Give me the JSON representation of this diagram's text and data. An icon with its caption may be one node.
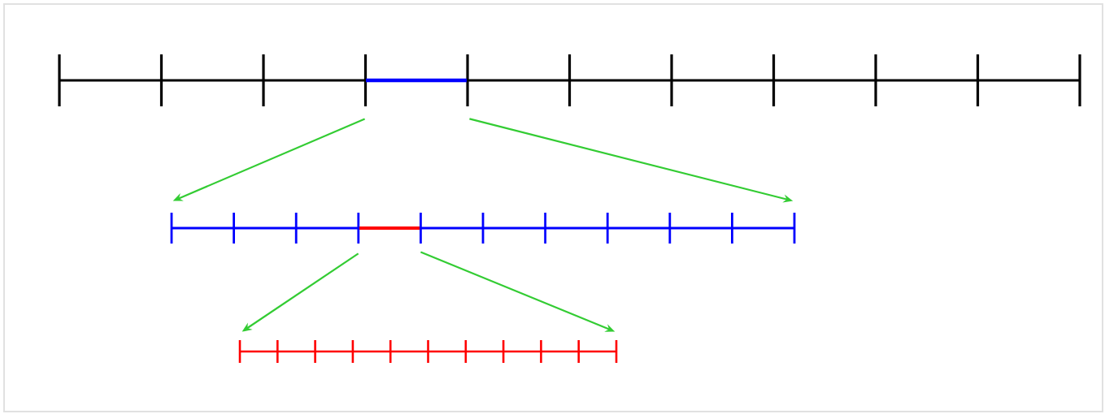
{
  "diagram": {
    "nodes": [
      {
        "text": [],
        "shape": "ruler"
      },
      {
        "text": [],
        "shape": "bar",
        "in": 0
      },
      {
        "text": [],
        "shape": "ruler"
      },
      {
        "text": [],
        "shape": "bar",
        "in": 2
      },
      {
        "text": [],
        "shape": "ruler"
      }
    ],
    "edges": [
      {
        "from": 1,
        "to": 2,
        "arrow": "to"
      },
      {
        "from": 1,
        "to": 2,
        "arrow": "to"
      },
      {
        "from": 3,
        "to": 4,
        "arrow": "to"
      },
      {
        "from": 3,
        "to": 4,
        "arrow": "to"
      }
    ]
  }
}
